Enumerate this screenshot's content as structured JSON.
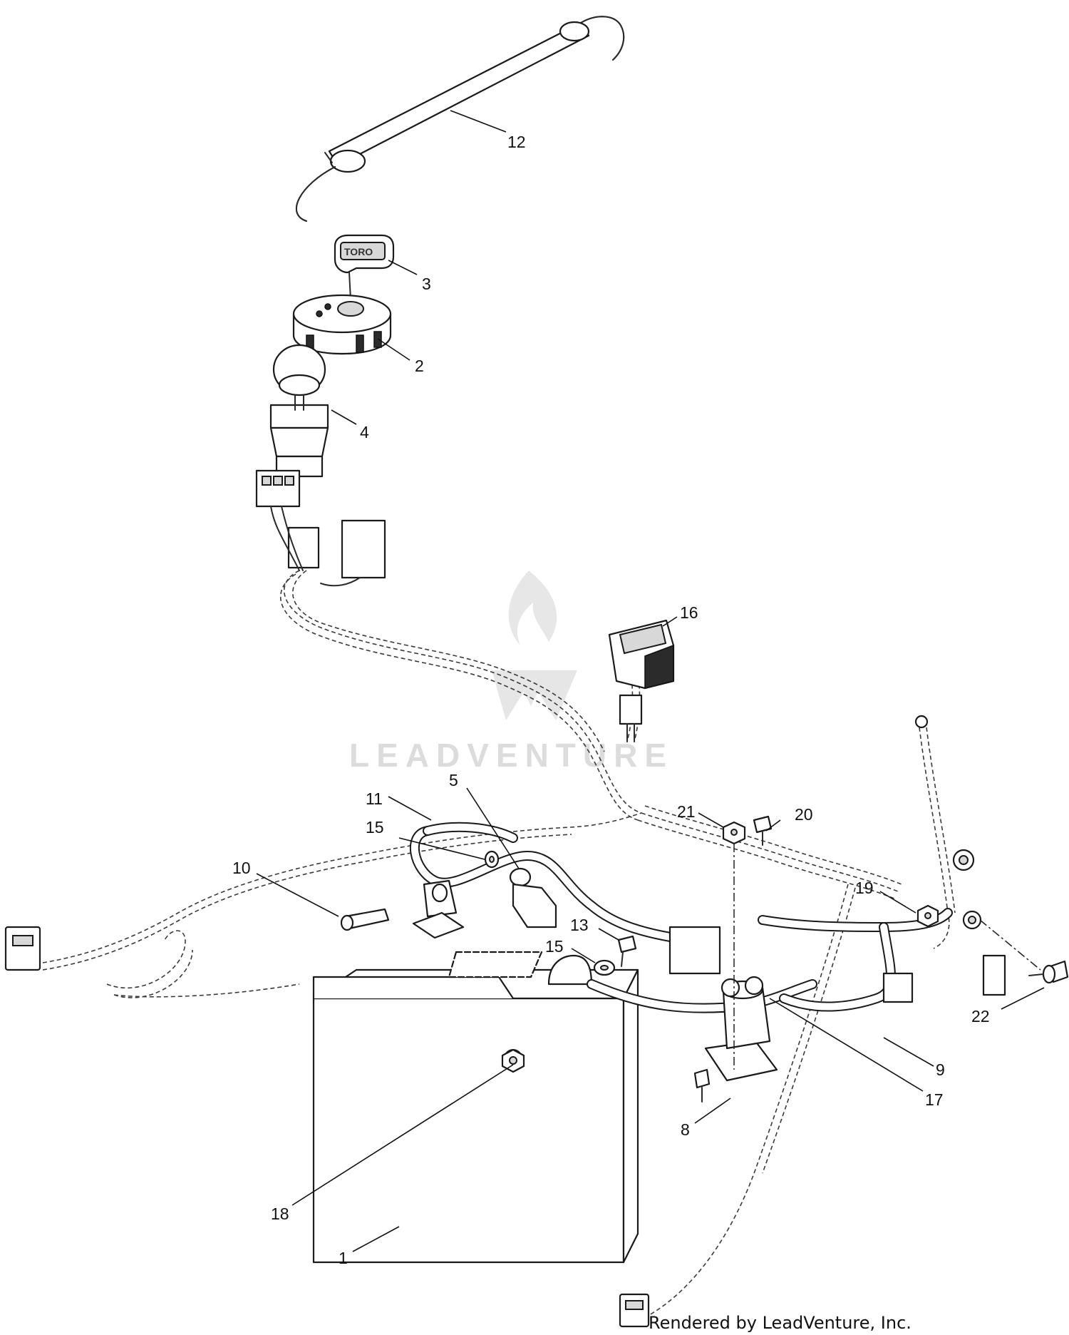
{
  "watermark": "LEADVENTURE",
  "credit": "Rendered by LeadVenture, Inc.",
  "key_brand": "TORO",
  "callouts": [
    {
      "id": "12",
      "name": "prop-rod"
    },
    {
      "id": "3",
      "name": "key"
    },
    {
      "id": "2",
      "name": "ignition-switch"
    },
    {
      "id": "4",
      "name": "pto-switch"
    },
    {
      "id": "16",
      "name": "hour-meter"
    },
    {
      "id": "5",
      "name": "clamp"
    },
    {
      "id": "11",
      "name": "battery-cable"
    },
    {
      "id": "15",
      "name": "washer-upper"
    },
    {
      "id": "10",
      "name": "fuse"
    },
    {
      "id": "21",
      "name": "nut"
    },
    {
      "id": "20",
      "name": "bolt"
    },
    {
      "id": "19",
      "name": "flange-nut"
    },
    {
      "id": "13",
      "name": "screw"
    },
    {
      "id": "15",
      "name": "washer-lower"
    },
    {
      "id": "22",
      "name": "flange-bolt"
    },
    {
      "id": "9",
      "name": "ground-cable"
    },
    {
      "id": "17",
      "name": "wire-harness"
    },
    {
      "id": "8",
      "name": "solenoid"
    },
    {
      "id": "18",
      "name": "battery-nut"
    },
    {
      "id": "1",
      "name": "battery"
    }
  ]
}
